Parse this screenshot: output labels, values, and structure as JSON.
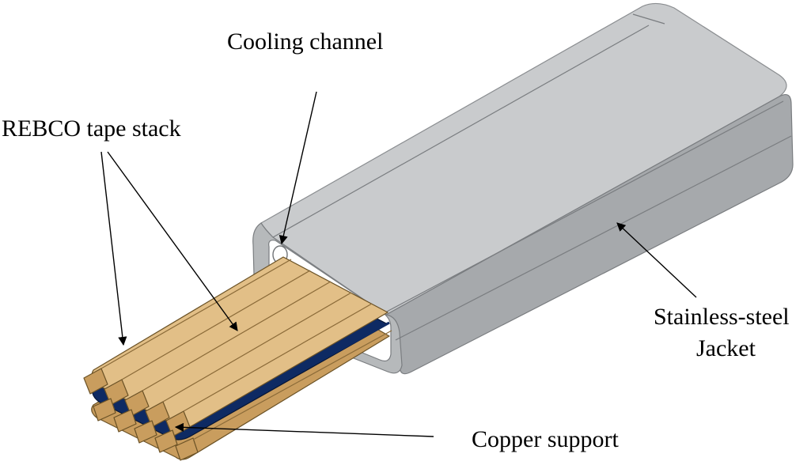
{
  "labels": {
    "cooling_channel": "Cooling channel",
    "rebco_stack": "REBCO tape stack",
    "jacket_line1": "Stainless-steel",
    "jacket_line2": "Jacket",
    "copper_support": "Copper support"
  },
  "colors": {
    "jacket_top": "#c9cbcd",
    "jacket_side": "#a6a9ac",
    "jacket_front": "#b6b9bb",
    "tape_top": "#e2bf87",
    "tape_side": "#c99d5e",
    "copper_support": "#0e2a63"
  }
}
